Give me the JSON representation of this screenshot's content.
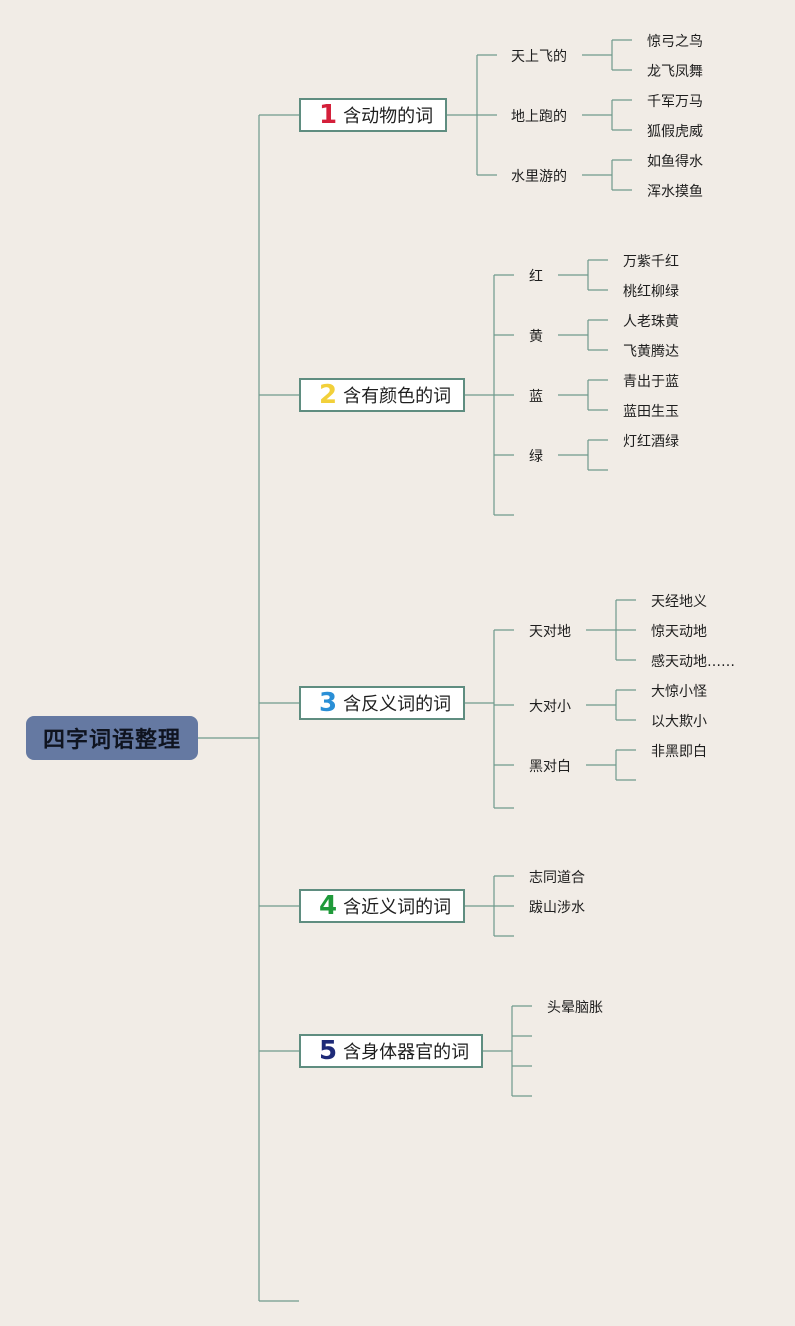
{
  "root": {
    "label": "四字词语整理"
  },
  "categories": [
    {
      "number": "1",
      "number_color": "#d41f3a",
      "label": "含动物的词",
      "groups": [
        {
          "label": "天上飞的",
          "items": [
            "惊弓之鸟",
            "龙飞凤舞"
          ]
        },
        {
          "label": "地上跑的",
          "items": [
            "千军万马",
            "狐假虎威"
          ]
        },
        {
          "label": "水里游的",
          "items": [
            "如鱼得水",
            "浑水摸鱼"
          ]
        }
      ]
    },
    {
      "number": "2",
      "number_color": "#f2d03a",
      "label": "含有颜色的词",
      "groups": [
        {
          "label": "红",
          "items": [
            "万紫千红",
            "桃红柳绿"
          ]
        },
        {
          "label": "黄",
          "items": [
            "人老珠黄",
            "飞黄腾达"
          ]
        },
        {
          "label": "蓝",
          "items": [
            "青出于蓝",
            "蓝田生玉"
          ]
        },
        {
          "label": "绿",
          "items": [
            "灯红酒绿",
            ""
          ]
        }
      ]
    },
    {
      "number": "3",
      "number_color": "#2a8fd6",
      "label": "含反义词的词",
      "groups": [
        {
          "label": "天对地",
          "items": [
            "天经地义",
            "惊天动地",
            "感天动地……"
          ]
        },
        {
          "label": "大对小",
          "items": [
            "大惊小怪",
            "以大欺小"
          ]
        },
        {
          "label": "黑对白",
          "items": [
            "非黑即白",
            ""
          ]
        }
      ]
    },
    {
      "number": "4",
      "number_color": "#1f9a3a",
      "label": "含近义词的词",
      "items": [
        "志同道合",
        "跋山涉水",
        ""
      ]
    },
    {
      "number": "5",
      "number_color": "#1e2a78",
      "label": "含身体器官的词",
      "items": [
        "头晕脑胀",
        "",
        "",
        ""
      ]
    }
  ]
}
